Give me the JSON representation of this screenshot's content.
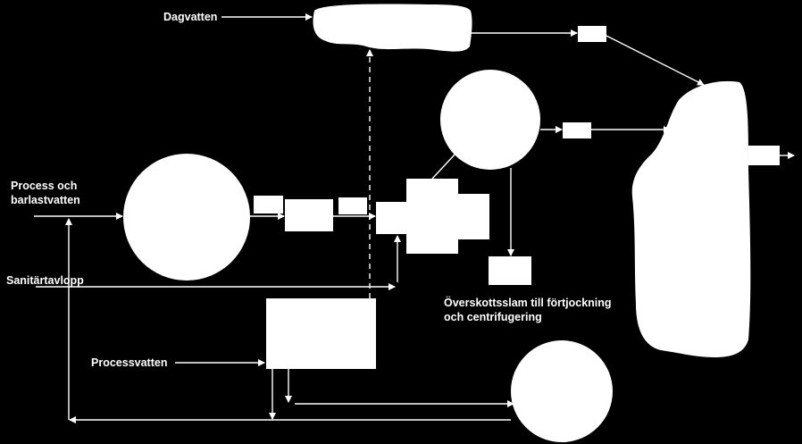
{
  "labels": {
    "dagvatten": "Dagvatten",
    "process_line1": "Process och",
    "process_line2": "barlastvatten",
    "sanitar": "Sanitärtavlopp",
    "processvatten": "Processvatten",
    "overskott_line1": "Överskottsslam till förtjockning",
    "overskott_line2": "och centrifugering"
  },
  "colors": {
    "background": "#000000",
    "foreground": "#ffffff"
  }
}
